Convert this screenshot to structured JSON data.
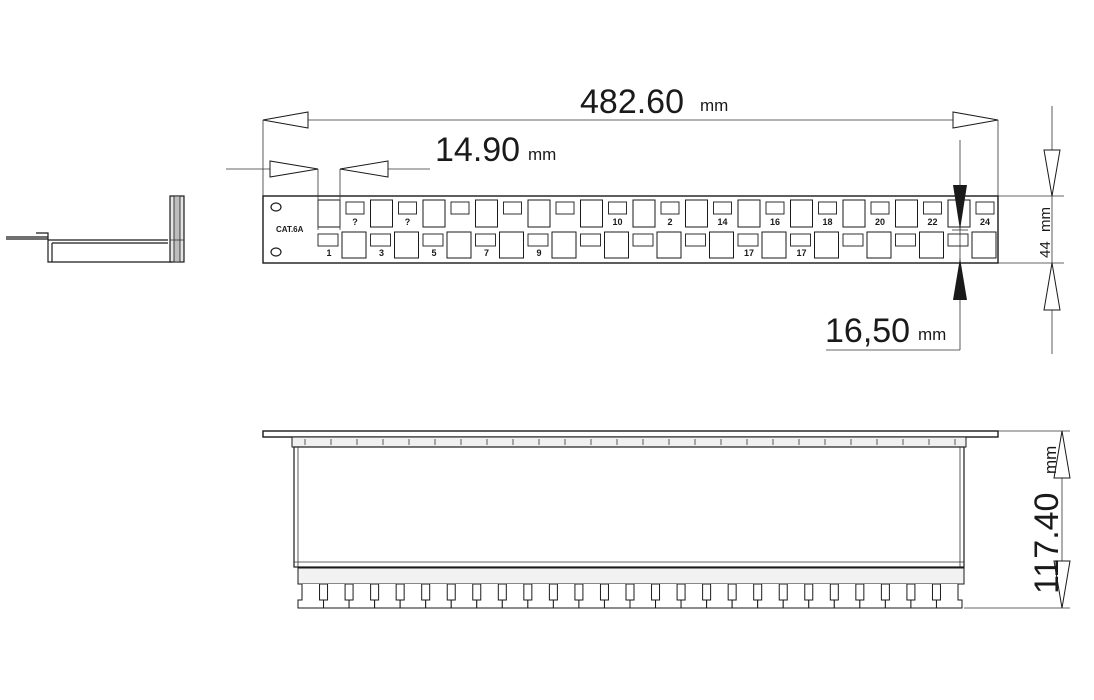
{
  "dimensions": {
    "width": {
      "value": "482.60",
      "unit": "mm"
    },
    "port_pitch": {
      "value": "14.90",
      "unit": "mm"
    },
    "height_1u": {
      "value": "44",
      "unit": "mm"
    },
    "port_offset": {
      "value": "16,50",
      "unit": "mm"
    },
    "depth": {
      "value": "117.40",
      "unit": "mm"
    }
  },
  "panel": {
    "label": "CAT.6A",
    "top_row_numbers": [
      "?",
      "?",
      "",
      "",
      "",
      "10",
      "2",
      "14",
      "16",
      "18",
      "20",
      "22",
      "24"
    ],
    "bottom_row_numbers": [
      "1",
      "3",
      "5",
      "7",
      "9",
      "",
      "",
      "",
      "17",
      "17",
      "",
      "",
      ""
    ]
  }
}
